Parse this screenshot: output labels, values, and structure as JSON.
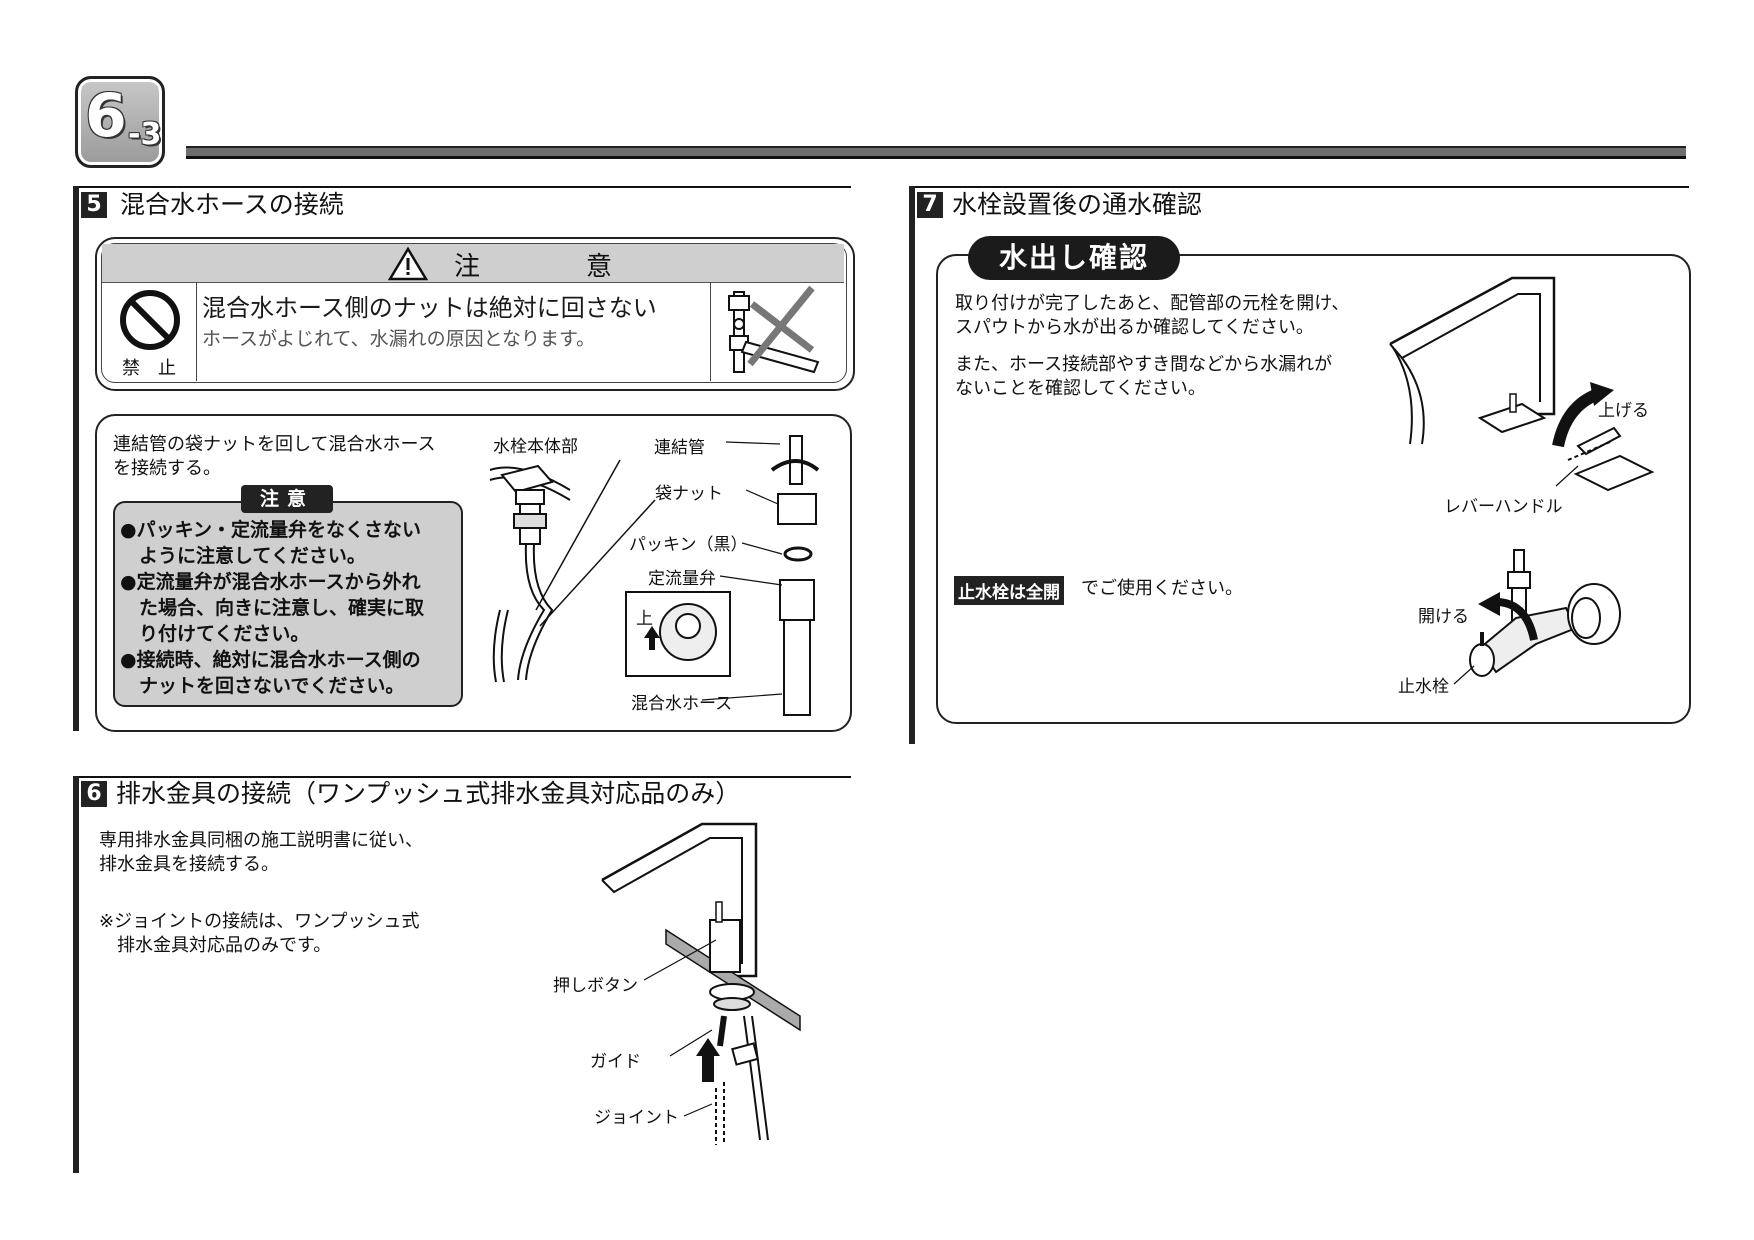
{
  "page_badge": {
    "number": "6",
    "sub": "-3"
  },
  "section5": {
    "number": "5",
    "title": "混合水ホースの接続",
    "caution": {
      "header": "注　意",
      "prohibit_label": "禁　止",
      "main": "混合水ホース側のナットは絶対に回さない",
      "sub": "ホースがよじれて、水漏れの原因となります。"
    },
    "instruction": [
      "連結管の袋ナットを回して混合水ホース",
      "を接続する。"
    ],
    "note_title": "注意",
    "notes": [
      [
        "●パッキン・定流量弁をなくさない",
        "　ように注意してください。"
      ],
      [
        "●定流量弁が混合水ホースから外れ",
        "　た場合、向きに注意し、確実に取",
        "　り付けてください。"
      ],
      [
        "●接続時、絶対に混合水ホース側の",
        "　ナットを回さないでください。"
      ]
    ],
    "labels": {
      "body": "水栓本体部",
      "connecting_pipe": "連結管",
      "cap_nut": "袋ナット",
      "packing": "パッキン（黒）",
      "flow_valve": "定流量弁",
      "up": "上",
      "hose": "混合水ホース"
    }
  },
  "section6": {
    "number": "6",
    "title": "排水金具の接続（ワンプッシュ式排水金具対応品のみ）",
    "text": [
      "専用排水金具同梱の施工説明書に従い、",
      "排水金具を接続する。"
    ],
    "note": [
      "※ジョイントの接続は、ワンプッシュ式",
      "　排水金具対応品のみです。"
    ],
    "labels": {
      "push_button": "押しボタン",
      "guide": "ガイド",
      "joint": "ジョイント"
    }
  },
  "section7": {
    "number": "7",
    "title": "水栓設置後の通水確認",
    "pill": "水出し確認",
    "text1": [
      "取り付けが完了したあと、配管部の元栓を開け、",
      "スパウトから水が出るか確認してください。"
    ],
    "text2": [
      "また、ホース接続部やすき間などから水漏れが",
      "ないことを確認してください。"
    ],
    "stop_tag": "止水栓は全開",
    "stop_text": "でご使用ください。",
    "labels": {
      "raise": "上げる",
      "lever": "レバーハンドル",
      "open": "開ける",
      "stop_valve": "止水栓"
    }
  }
}
